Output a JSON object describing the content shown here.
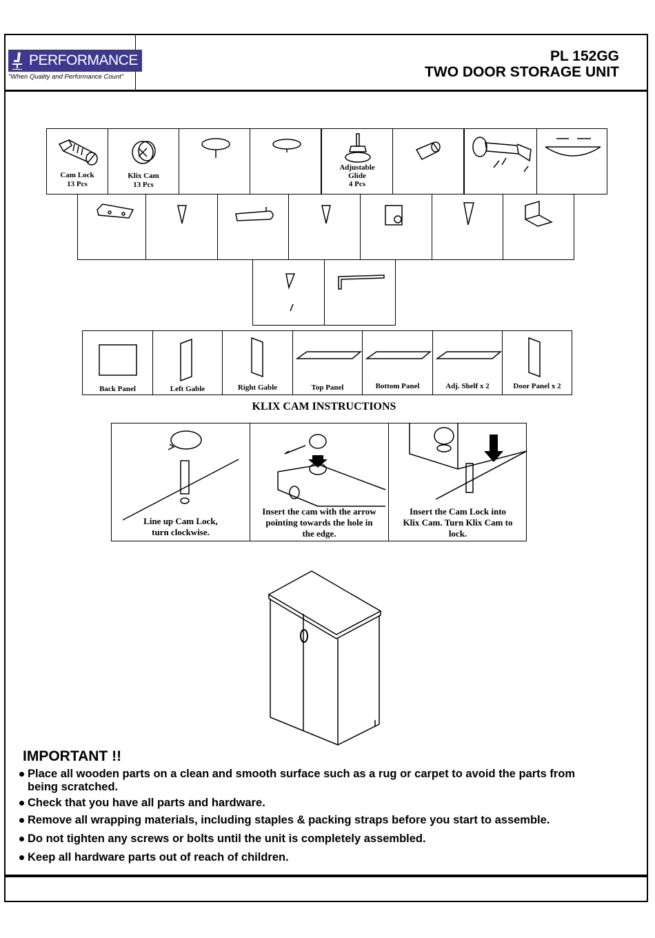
{
  "header": {
    "brand": "PERFORMANCE",
    "tagline": "\"When Quality and Performance Count\"",
    "model": "PL 152GG",
    "product": "TWO DOOR STORAGE UNIT",
    "brand_color": "#3b3a8f"
  },
  "hardware": {
    "cam_lock": {
      "name": "Cam Lock",
      "qty": "13 Pcs"
    },
    "klix_cam": {
      "name": "Klix Cam",
      "qty": "13 Pcs"
    },
    "adjustable_glide": {
      "name_line1": "Adjustable",
      "name_line2": "Glide",
      "qty": "4 Pcs"
    }
  },
  "panels": [
    "Back Panel",
    "Left Gable",
    "Right Gable",
    "Top Panel",
    "Bottom Panel",
    "Adj. Shelf x 2",
    "Door Panel x 2"
  ],
  "klix": {
    "title": "KLIX CAM INSTRUCTIONS",
    "step1_l1": "Line up Cam Lock,",
    "step1_l2": "turn clockwise.",
    "step2_l1": "Insert the cam with the arrow",
    "step2_l2": "pointing towards the hole in",
    "step2_l3": "the edge.",
    "step3_l1": "Insert the Cam Lock into",
    "step3_l2": "Klix Cam. Turn Klix Cam to",
    "step3_l3": "lock."
  },
  "important": {
    "title": "IMPORTANT !!",
    "n1_l1": "Place all wooden parts on a clean and smooth surface such as a rug or carpet to avoid the parts from",
    "n1_l2": "being scratched.",
    "n2": "Check that you have all parts and hardware.",
    "n3": "Remove all wrapping materials, including staples & packing straps before you start to assemble.",
    "n4": "Do not tighten any screws or bolts until the unit is completely assembled.",
    "n5": "Keep all hardware parts out of reach of children."
  }
}
